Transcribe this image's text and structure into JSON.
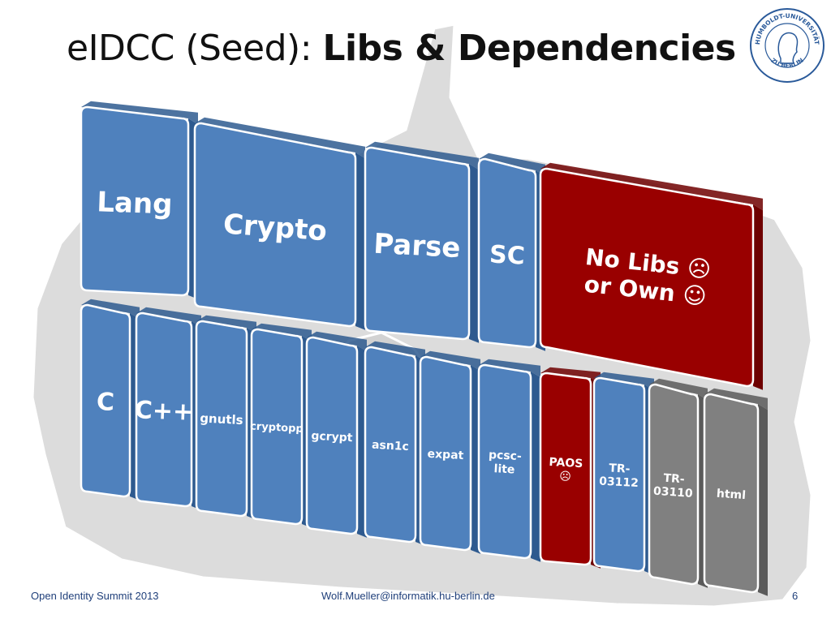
{
  "slide": {
    "title_prefix": "eIDCC (Seed):",
    "title_bold": "Libs & Dependencies",
    "logo_text_top": "HUMBOLDT-UNIVERSITÄT",
    "logo_text_bottom": "ZU BERLIN",
    "footer_left": "Open Identity Summit 2013",
    "footer_center": "Wolf.Mueller@informatik.hu-berlin.de",
    "page_number": "6"
  },
  "colors": {
    "blue_fill": "#4f81bd",
    "blue_side": "#2e5a8f",
    "red_fill": "#990000",
    "red_side": "#6e0000",
    "gray_fill": "#808080",
    "gray_side": "#5a5a5a",
    "map_gray": "#dcdcdc"
  },
  "blocks": {
    "top_row": [
      {
        "id": "lang",
        "lines": [
          "Lang"
        ],
        "color": "blue"
      },
      {
        "id": "crypto",
        "lines": [
          "Crypto"
        ],
        "color": "blue"
      },
      {
        "id": "parse",
        "lines": [
          "Parse"
        ],
        "color": "blue"
      },
      {
        "id": "sc",
        "lines": [
          "SC"
        ],
        "color": "blue"
      },
      {
        "id": "nolibs",
        "lines": [
          "No Libs ☹",
          "or Own ☺"
        ],
        "color": "red"
      }
    ],
    "bottom_row": [
      {
        "id": "c",
        "lines": [
          "C"
        ],
        "color": "blue"
      },
      {
        "id": "cpp",
        "lines": [
          "C++"
        ],
        "color": "blue"
      },
      {
        "id": "gnutls",
        "lines": [
          "gnutls"
        ],
        "color": "blue"
      },
      {
        "id": "cryptopp",
        "lines": [
          "cryptopp"
        ],
        "color": "blue"
      },
      {
        "id": "gcrypt",
        "lines": [
          "gcrypt"
        ],
        "color": "blue"
      },
      {
        "id": "asn1c",
        "lines": [
          "asn1c"
        ],
        "color": "blue"
      },
      {
        "id": "expat",
        "lines": [
          "expat"
        ],
        "color": "blue"
      },
      {
        "id": "pcsclite",
        "lines": [
          "pcsc-",
          "lite"
        ],
        "color": "blue"
      },
      {
        "id": "paos",
        "lines": [
          "PAOS",
          "☹"
        ],
        "color": "red"
      },
      {
        "id": "tr03112",
        "lines": [
          "TR-",
          "03112"
        ],
        "color": "blue"
      },
      {
        "id": "tr03110",
        "lines": [
          "TR-",
          "03110"
        ],
        "color": "gray"
      },
      {
        "id": "html",
        "lines": [
          "html"
        ],
        "color": "gray"
      }
    ]
  }
}
